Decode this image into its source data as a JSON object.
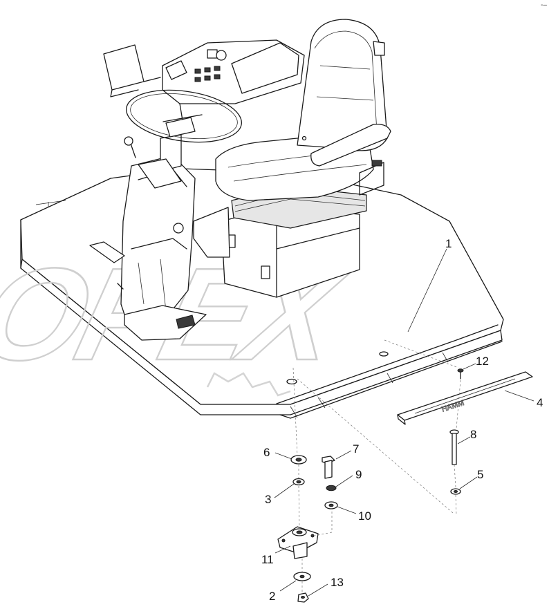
{
  "watermark": "OPEX",
  "part_brand_mark": "HAMM",
  "corner_mark": "-–",
  "callouts": [
    {
      "id": "1",
      "text": "1"
    },
    {
      "id": "2",
      "text": "2"
    },
    {
      "id": "3",
      "text": "3"
    },
    {
      "id": "4",
      "text": "4"
    },
    {
      "id": "5",
      "text": "5"
    },
    {
      "id": "6",
      "text": "6"
    },
    {
      "id": "7",
      "text": "7"
    },
    {
      "id": "8",
      "text": "8"
    },
    {
      "id": "9",
      "text": "9"
    },
    {
      "id": "10",
      "text": "10"
    },
    {
      "id": "11",
      "text": "11"
    },
    {
      "id": "12",
      "text": "12"
    },
    {
      "id": "13",
      "text": "13"
    }
  ]
}
